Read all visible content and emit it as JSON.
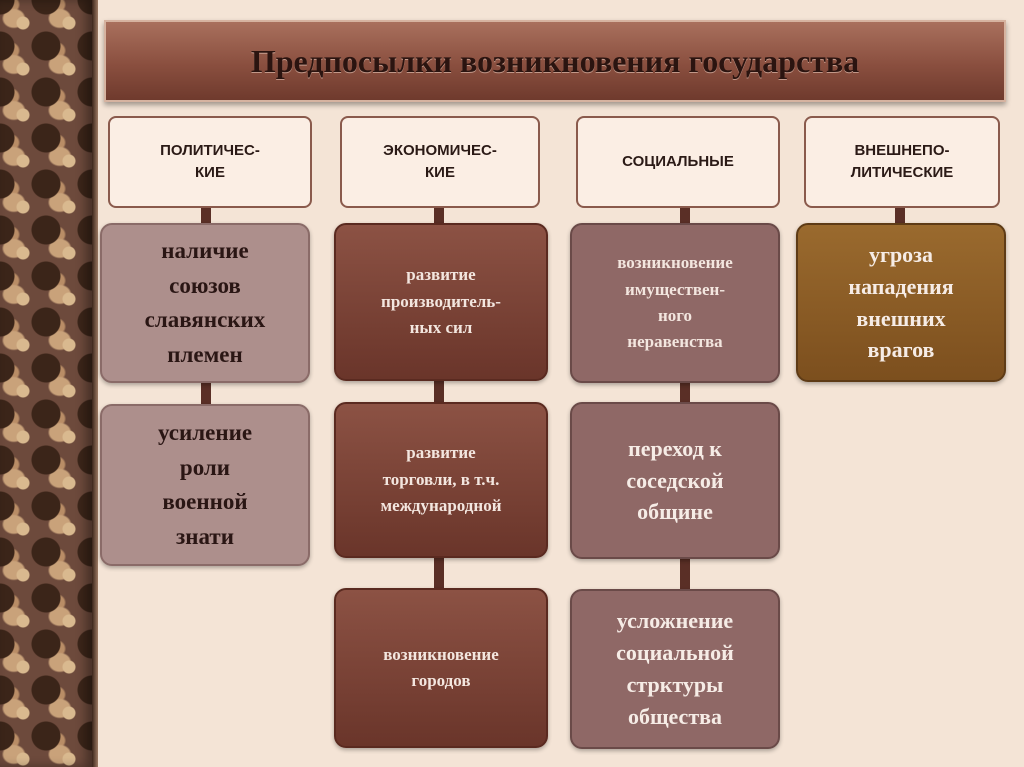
{
  "title": "Предпосылки возникновения государства",
  "columns": [
    {
      "header": "ПОЛИТИЧЕС-\nКИЕ",
      "items": [
        "наличие\nсоюзов\nславянских\nплемен",
        "усиление\nроли\nвоенной\nзнати"
      ]
    },
    {
      "header": "ЭКОНОМИЧЕС-\nКИЕ",
      "items": [
        "развитие\nпроизводитель-\nных сил",
        "развитие\nторговли, в т.ч.\nмеждународной",
        "возникновение\nгородов"
      ]
    },
    {
      "header": "СОЦИАЛЬНЫЕ",
      "items": [
        "возникновение\nимуществен-\nного\nнеравенства",
        "переход к\nсоседской\nобщине",
        "усложнение\nсоциальной\nстрктуры\nобщества"
      ]
    },
    {
      "header": "ВНЕШНЕПО-\nЛИТИЧЕСКИЕ",
      "items": [
        "угроза\nнападения\nвнешних\nврагов"
      ]
    }
  ]
}
